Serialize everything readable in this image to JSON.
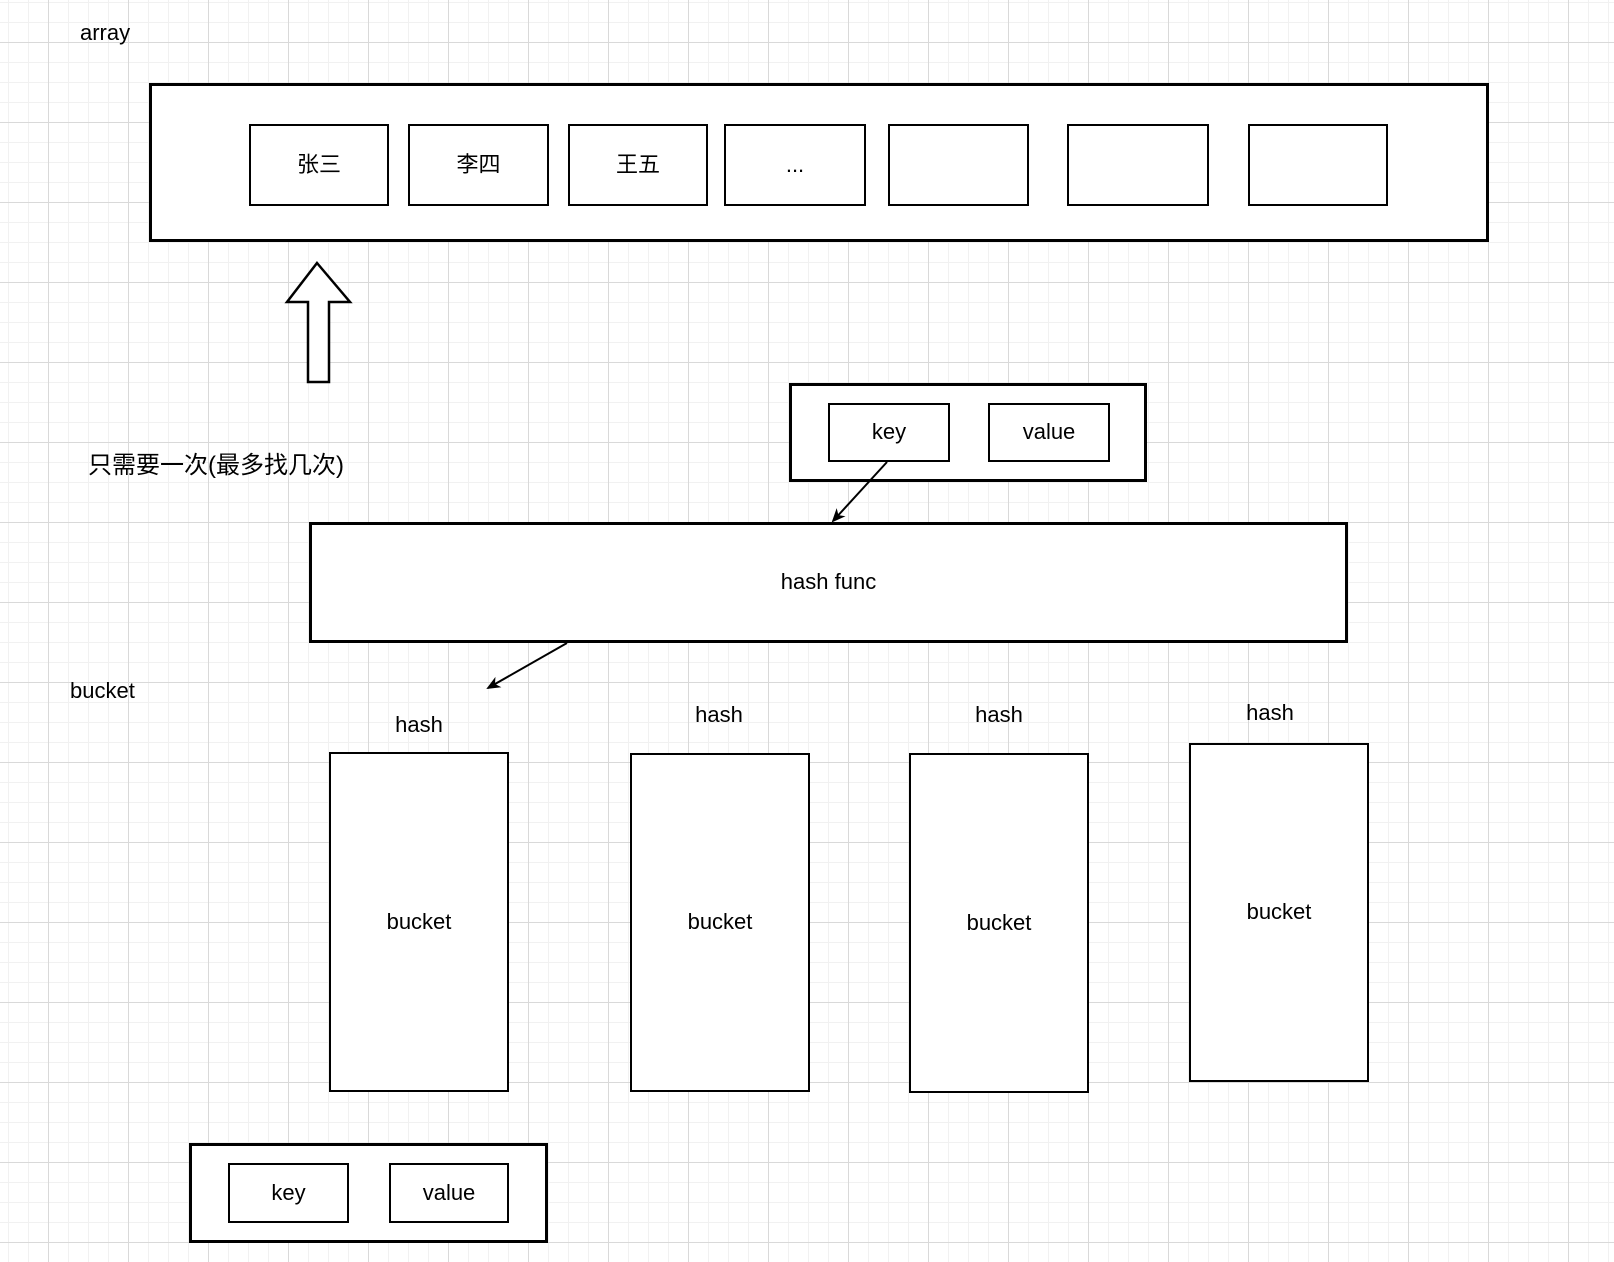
{
  "canvas": {
    "background": "#ffffff",
    "grid_minor_color": "#f1f1f1",
    "grid_major_color": "#d9d9d9",
    "stroke_color": "#000000",
    "text_color": "#000000"
  },
  "labels": {
    "array_label": "array",
    "note": "只需要一次(最多找几次)",
    "bucket_section_label": "bucket"
  },
  "array_box": {
    "cells": [
      "张三",
      "李四",
      "王五",
      "...",
      "",
      "",
      ""
    ]
  },
  "kv_top": {
    "key_label": "key",
    "value_label": "value"
  },
  "hash_func": {
    "label": "hash func"
  },
  "buckets": [
    {
      "hash_label": "hash",
      "label": "bucket"
    },
    {
      "hash_label": "hash",
      "label": "bucket"
    },
    {
      "hash_label": "hash",
      "label": "bucket"
    },
    {
      "hash_label": "hash",
      "label": "bucket"
    }
  ],
  "kv_bottom": {
    "key_label": "key",
    "value_label": "value"
  }
}
